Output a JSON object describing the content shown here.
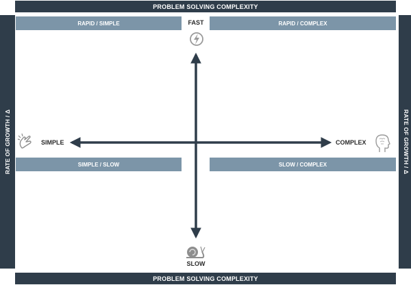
{
  "banner": {
    "top": "PROBLEM SOLVING COMPLEXITY",
    "bottom": "PROBLEM SOLVING COMPLEXITY",
    "left": "RATE OF GROWTH / Δ",
    "right": "RATE OF GROWTH / Δ"
  },
  "quadrants": {
    "top_left": "RAPID / SIMPLE",
    "top_right": "RAPID / COMPLEX",
    "bottom_left": "SIMPLE / SLOW",
    "bottom_right": "SLOW / COMPLEX"
  },
  "axes": {
    "top": "FAST",
    "bottom": "SLOW",
    "left": "SIMPLE",
    "right": "COMPLEX"
  },
  "icons": {
    "top": "lightning-icon",
    "bottom": "snail-icon",
    "left": "snapping-fingers-icon",
    "right": "head-profile-icon"
  },
  "colors": {
    "banner": "#2f3d4a",
    "quadrant": "#7c95a8",
    "axis": "#2f3d4a"
  }
}
